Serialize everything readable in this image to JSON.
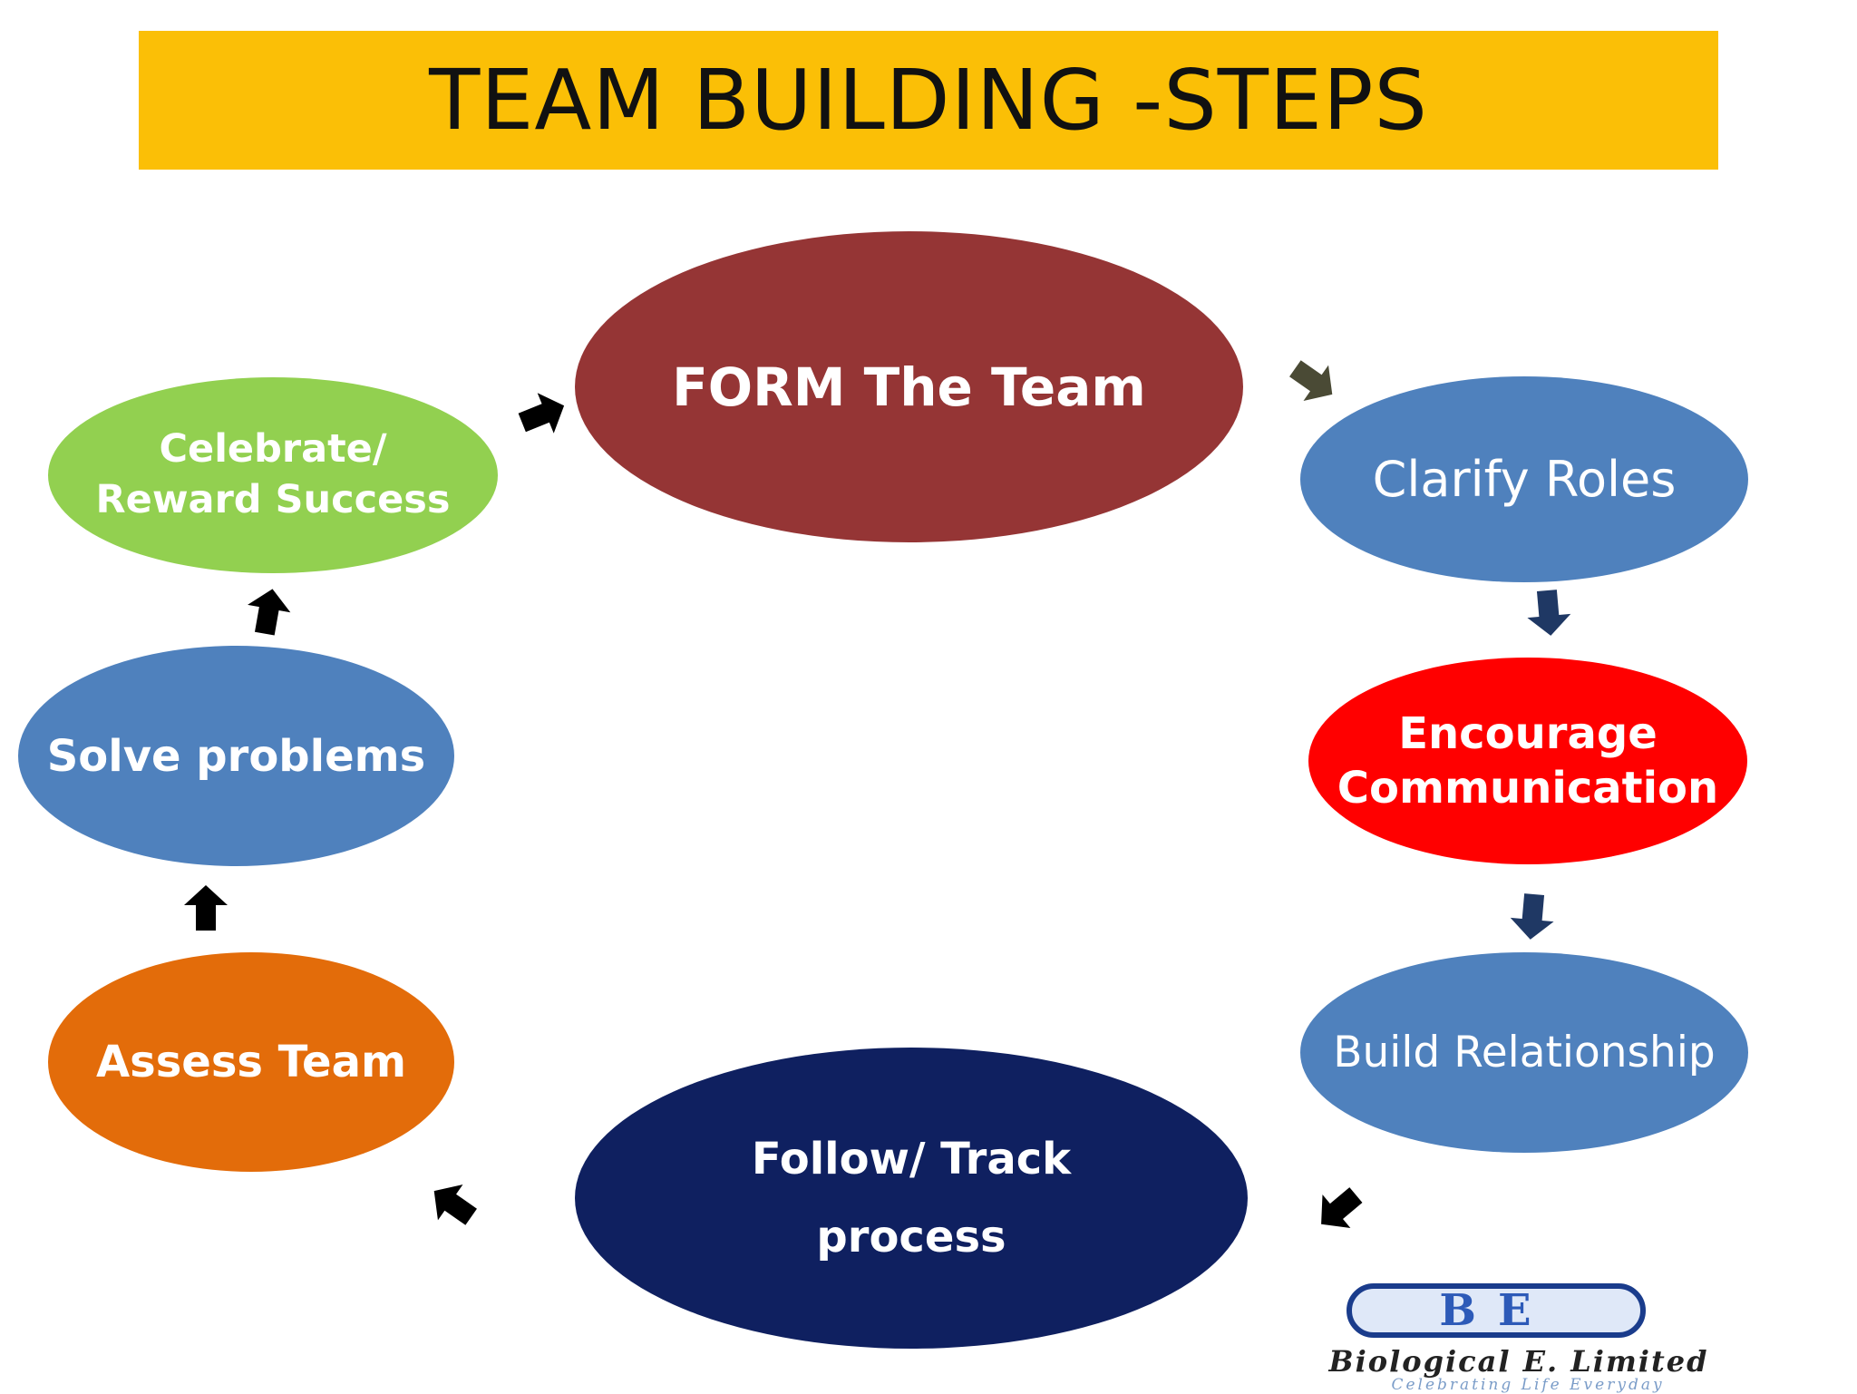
{
  "title": "TEAM BUILDING -STEPS",
  "steps": {
    "form": "FORM The Team",
    "clarify": "Clarify Roles",
    "encourage": "Encourage Communication",
    "build": "Build Relationship",
    "follow": "Follow/ Track process",
    "assess": "Assess Team",
    "solve": "Solve problems",
    "celebrate": "Celebrate/ Reward Success"
  },
  "colors": {
    "title_bar": "#fbbf06",
    "form": "#953535",
    "clarify": "#4f81bd",
    "encourage": "#ff0000",
    "build": "#4f81bd",
    "follow": "#0f2060",
    "assess": "#e36c0a",
    "solve": "#4f81bd",
    "celebrate": "#92d050"
  },
  "logo": {
    "badge": "BE",
    "name": "Biological E. Limited",
    "tagline": "Celebrating Life Everyday"
  }
}
